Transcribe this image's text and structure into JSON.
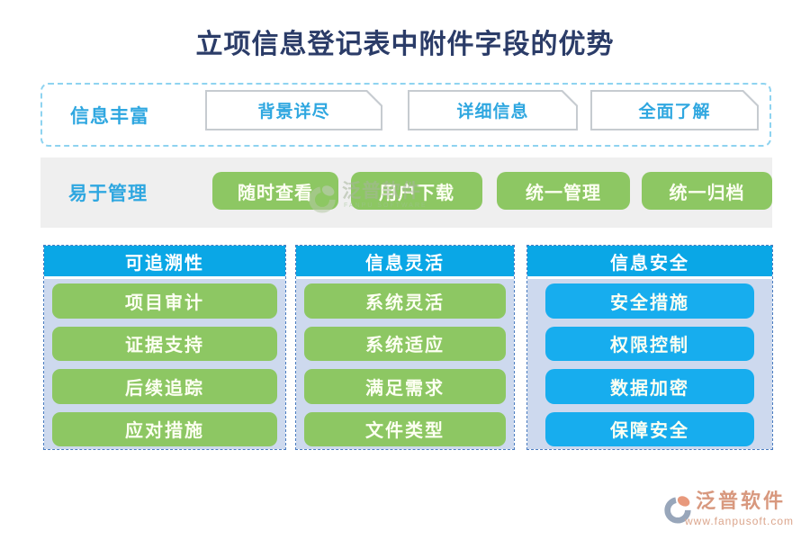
{
  "page": {
    "title": "立项信息登记表中附件字段的优势"
  },
  "sections": [
    {
      "label": "信息丰富",
      "buttons": [
        "背景详尽",
        "详细信息",
        "全面了解"
      ]
    },
    {
      "label": "易于管理",
      "buttons": [
        "随时查看",
        "用户下载",
        "统一管理",
        "统一归档"
      ]
    }
  ],
  "columns": [
    {
      "header": "可追溯性",
      "items": [
        "项目审计",
        "证据支持",
        "后续追踪",
        "应对措施"
      ]
    },
    {
      "header": "信息灵活",
      "items": [
        "系统灵活",
        "系统适应",
        "满足需求",
        "文件类型"
      ]
    },
    {
      "header": "信息安全",
      "items": [
        "安全措施",
        "权限控制",
        "数据加密",
        "保障安全"
      ]
    }
  ],
  "watermark": {
    "brand": "泛普软件",
    "subbrand": "FANPU SOFTWARE"
  },
  "footer": {
    "brand": "泛普软件",
    "url": "www.fanpusoft.com"
  },
  "icons": {
    "watermark_logo": "fanpu-logo-icon",
    "footer_logo": "fanpu-logo-icon"
  },
  "colors": {
    "title_navy": "#2b3c68",
    "accent_blue": "#2fa7e0",
    "column_header_blue": "#0aa7e6",
    "item_blue": "#17adee",
    "item_green": "#8dc763",
    "panel_bg": "#cdd9ee",
    "row_gray": "#efefef",
    "dashed_light_blue": "#8ed3f0",
    "dashed_steel_blue": "#4a7cc0",
    "footer_salmon": "#d8987e"
  }
}
